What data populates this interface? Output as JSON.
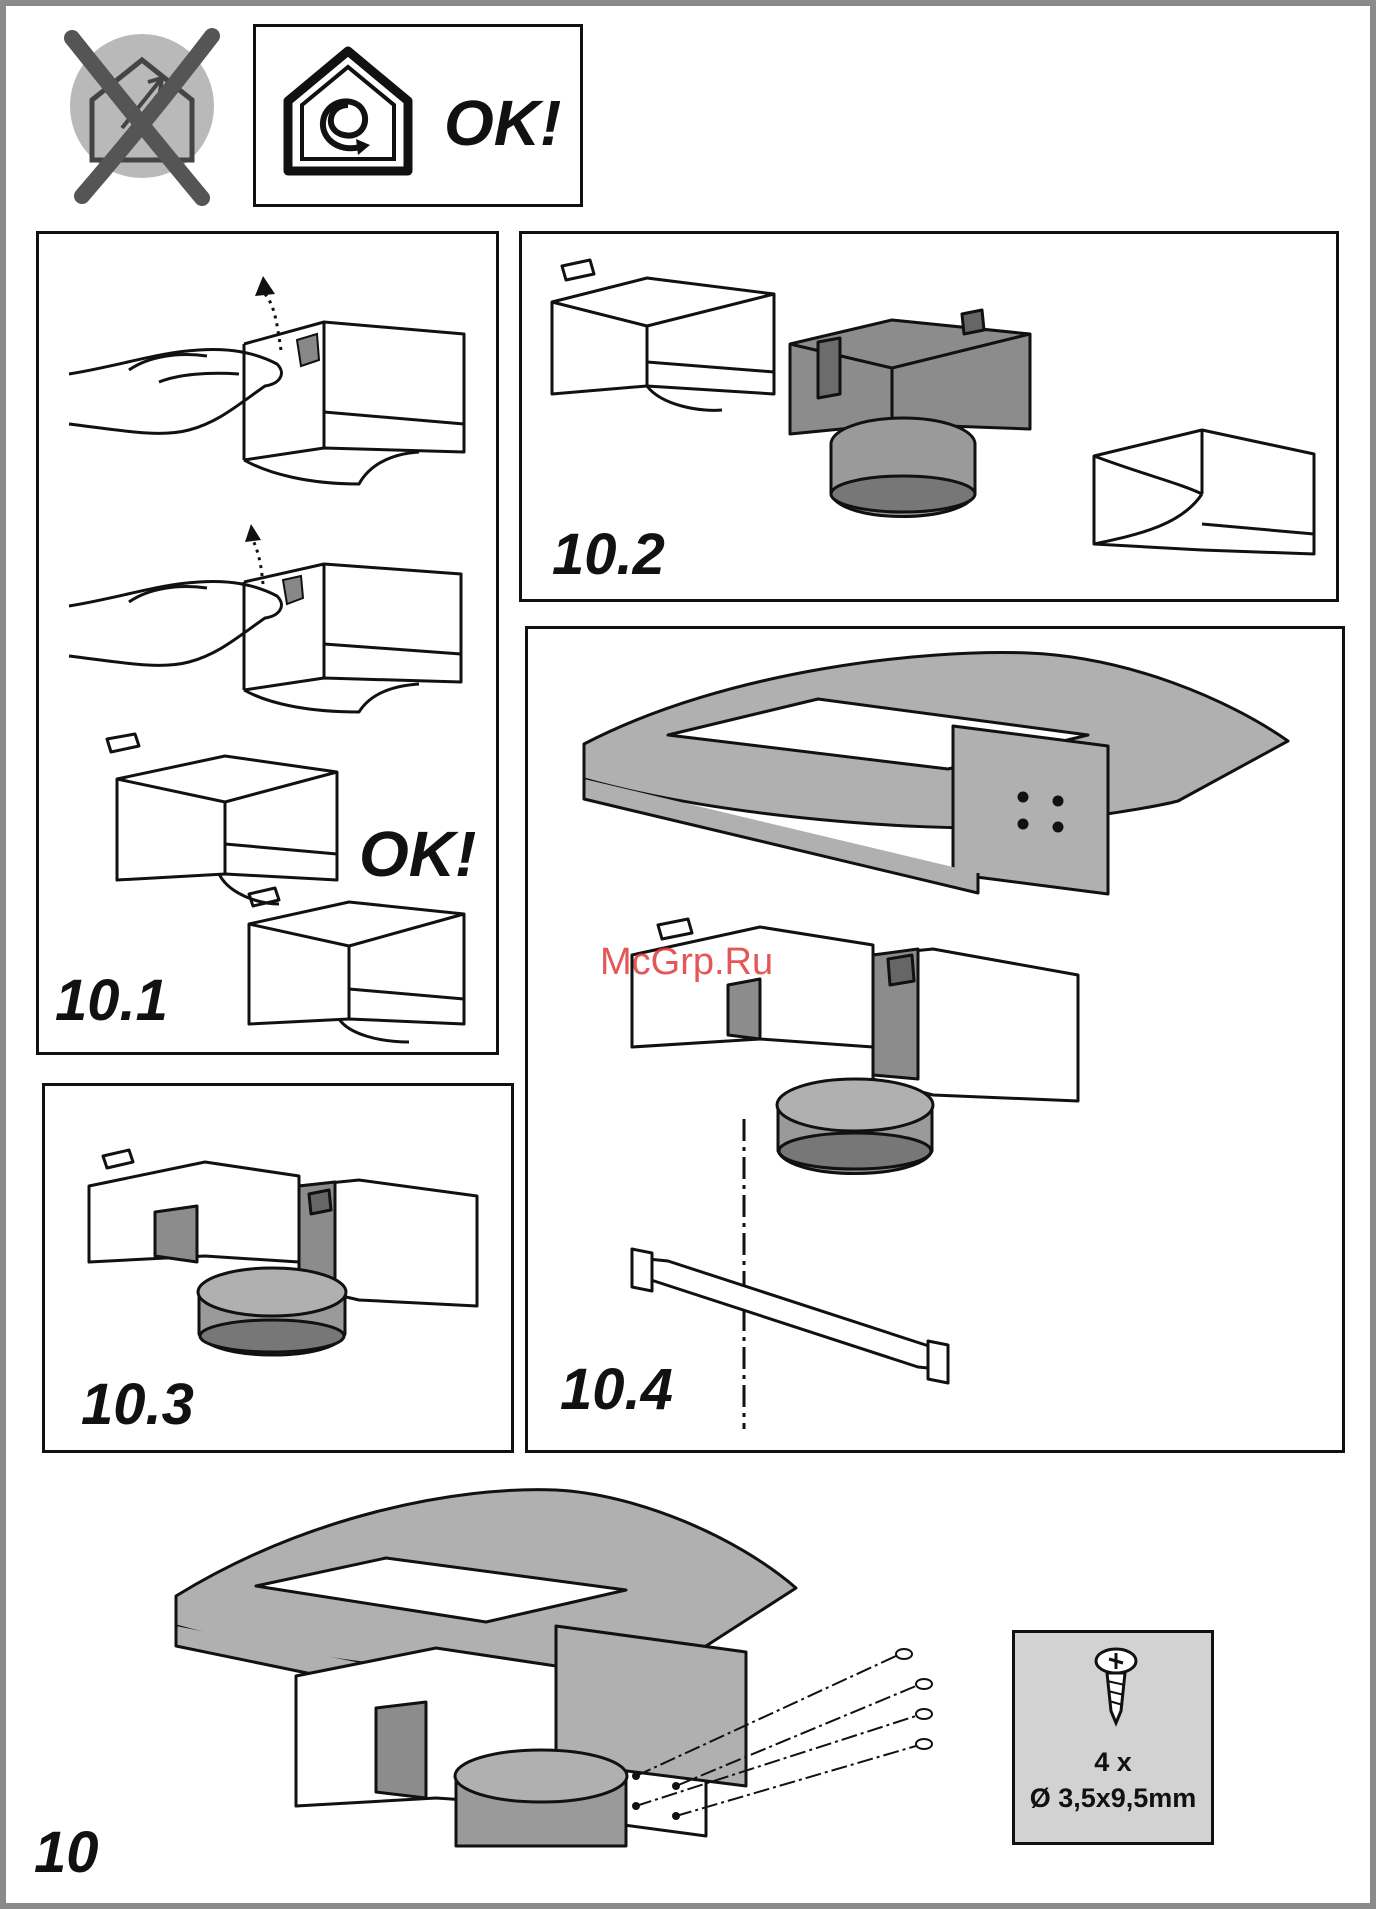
{
  "header": {
    "ok_label": "OK!"
  },
  "steps": {
    "s10_1": {
      "label": "10.1",
      "ok_label": "OK!"
    },
    "s10_2": {
      "label": "10.2"
    },
    "s10_3": {
      "label": "10.3"
    },
    "s10_4": {
      "label": "10.4"
    },
    "s10": {
      "label": "10"
    }
  },
  "screws": {
    "count": "4 x",
    "size": "Ø 3,5x9,5mm"
  },
  "watermark": "McGrp.Ru",
  "icons": [
    "no-external-vent-icon",
    "recirculation-house-icon",
    "screw-icon"
  ],
  "colors": {
    "part_gray": "#a9a9a9",
    "dark_gray": "#7f7f7f",
    "outline": "#111111",
    "watermark": "#e03a3a"
  }
}
